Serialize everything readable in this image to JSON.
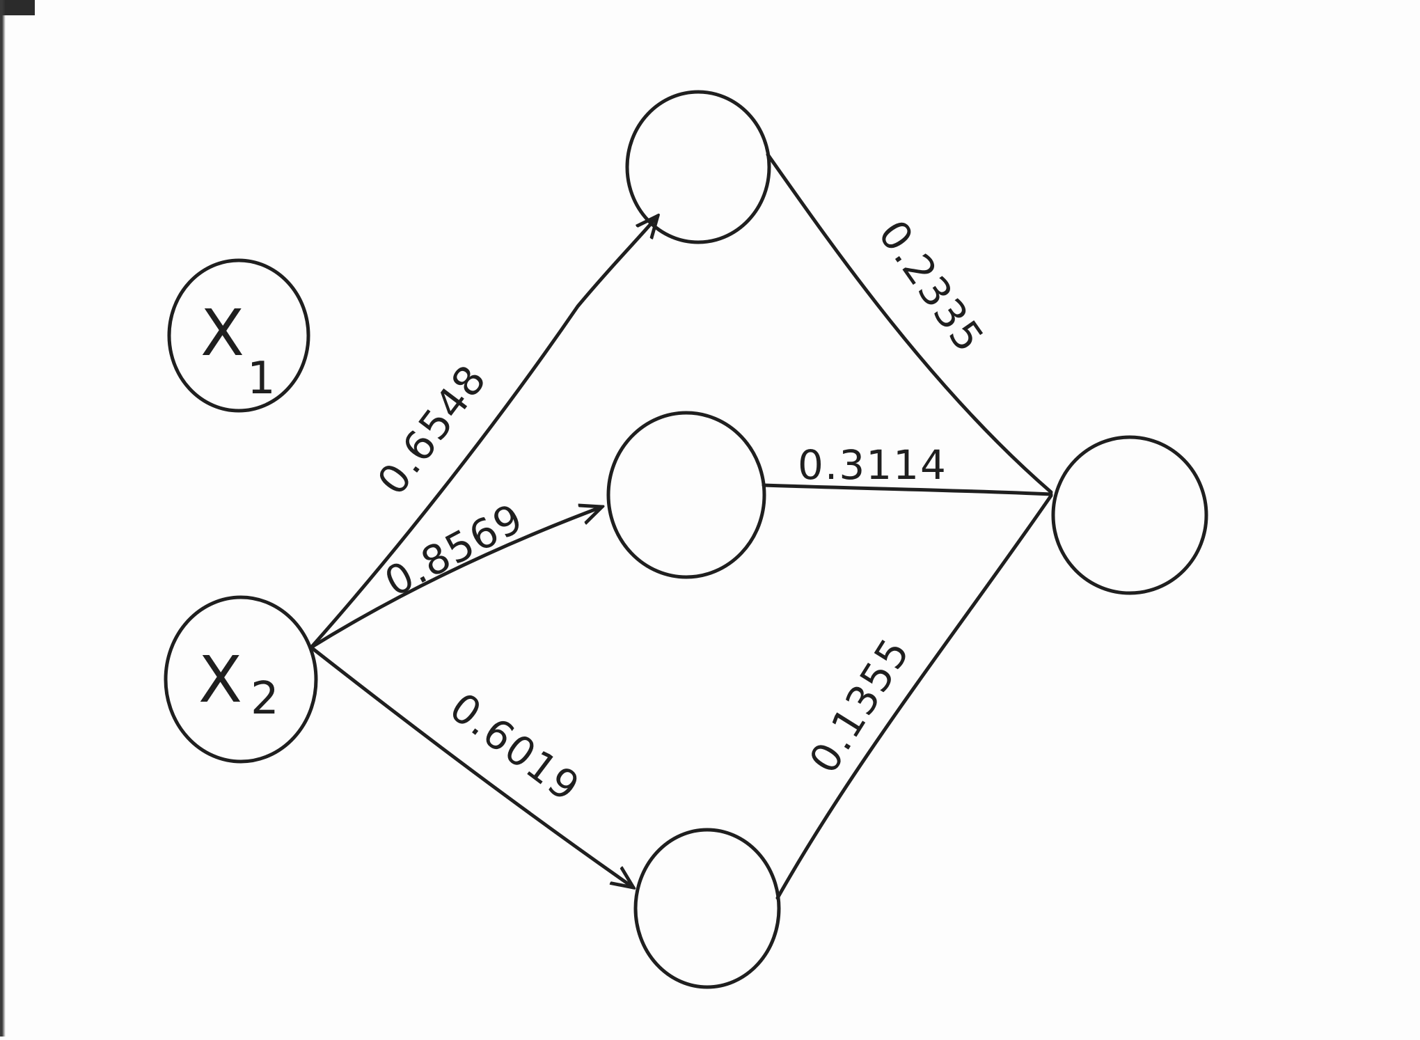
{
  "nodes": {
    "input_1": {
      "label": "X",
      "subscript": "1"
    },
    "input_2": {
      "label": "X",
      "subscript": "2"
    },
    "hidden_1": {
      "label": ""
    },
    "hidden_2": {
      "label": ""
    },
    "hidden_3": {
      "label": ""
    },
    "output": {
      "label": ""
    }
  },
  "edges": {
    "x2_h1": {
      "weight": "0.6548"
    },
    "x2_h2": {
      "weight": "0.8569"
    },
    "x2_h3": {
      "weight": "0.6019"
    },
    "h1_out": {
      "weight": "0.2335"
    },
    "h2_out": {
      "weight": "0.3114"
    },
    "h3_out": {
      "weight": "0.1355"
    }
  },
  "colors": {
    "ink": "#1f1f1f",
    "paper": "#fdfdfd"
  }
}
